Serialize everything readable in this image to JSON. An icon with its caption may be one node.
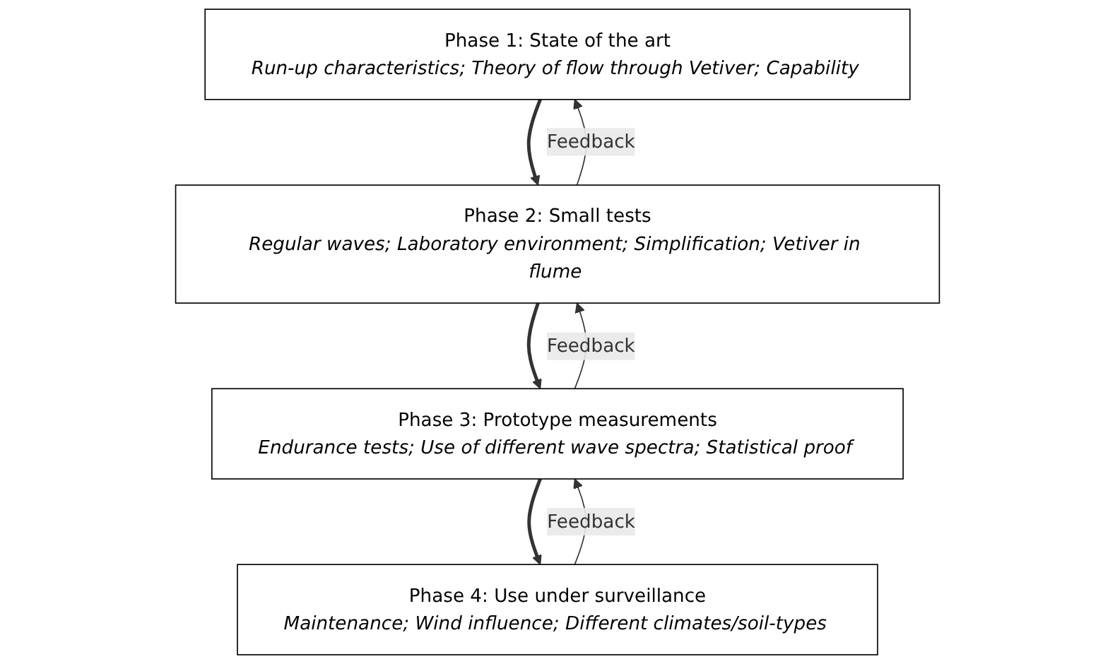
{
  "diagram": {
    "nodes": [
      {
        "text": [
          "Phase 1: State of the art",
          "Run-up characteristics; Theory of flow through Vetiver; Capability"
        ]
      },
      {
        "text": [
          "Phase 2: Small tests",
          "Regular waves; Laboratory environment; Simplification; Vetiver in flume"
        ]
      },
      {
        "text": [
          "Phase 3: Prototype measurements",
          "Endurance tests; Use of different wave spectra; Statistical proof"
        ]
      },
      {
        "text": [
          "Phase 4: Use under surveillance",
          "Maintenance; Wind influence; Different climates/soil-types"
        ]
      }
    ],
    "edges": [
      {
        "from": 0,
        "to": 1,
        "arrow": "to",
        "style": "thick"
      },
      {
        "from": 1,
        "to": 2,
        "arrow": "to",
        "style": "thick"
      },
      {
        "from": 2,
        "to": 3,
        "arrow": "to",
        "style": "thick"
      },
      {
        "from": 1,
        "to": 0,
        "arrow": "to",
        "label": "Feedback"
      },
      {
        "from": 2,
        "to": 1,
        "arrow": "to",
        "label": "Feedback"
      },
      {
        "from": 3,
        "to": 2,
        "arrow": "to",
        "label": "Feedback"
      }
    ]
  }
}
